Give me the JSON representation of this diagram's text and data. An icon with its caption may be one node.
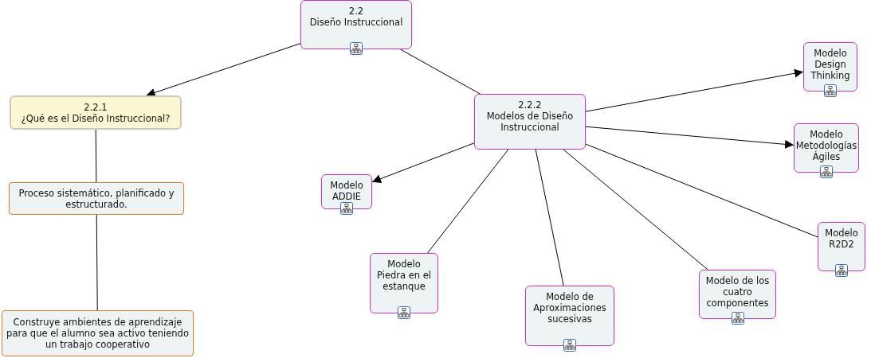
{
  "diagram": {
    "nodes": [
      {
        "text": [
          "2.2",
          "Diseño Instruccional"
        ]
      },
      {
        "text": [
          "2.2.1",
          "¿Qué es el Diseño Instruccional?"
        ]
      },
      {
        "text": [
          "2.2.2",
          "Modelos de Diseño Instruccional"
        ]
      },
      {
        "text": [
          "Proceso sistemático, planificado y estructurado."
        ]
      },
      {
        "text": [
          "Construye ambientes de aprendizaje para que el alumno sea activo teniendo un trabajo cooperativo"
        ]
      },
      {
        "text": [
          "Modelo ADDIE"
        ]
      },
      {
        "text": [
          "Modelo Design Thinking"
        ]
      },
      {
        "text": [
          "Modelo Metodologías Ágiles"
        ]
      },
      {
        "text": [
          "Modelo R2D2"
        ]
      },
      {
        "text": [
          "Modelo Piedra en el estanque"
        ]
      },
      {
        "text": [
          "Modelo de Aproximaciones sucesivas"
        ]
      },
      {
        "text": [
          "Modelo de los cuatro componentes"
        ]
      }
    ],
    "edges": [
      {
        "from": 0,
        "to": 1,
        "arrow": "to"
      },
      {
        "from": 0,
        "to": 2,
        "arrow": "none"
      },
      {
        "from": 1,
        "to": 3,
        "arrow": "none"
      },
      {
        "from": 3,
        "to": 4,
        "arrow": "none"
      },
      {
        "from": 2,
        "to": 5,
        "arrow": "to"
      },
      {
        "from": 2,
        "to": 6,
        "arrow": "to"
      },
      {
        "from": 2,
        "to": 7,
        "arrow": "to"
      },
      {
        "from": 2,
        "to": 8,
        "arrow": "none"
      },
      {
        "from": 2,
        "to": 9,
        "arrow": "none"
      },
      {
        "from": 2,
        "to": 10,
        "arrow": "none"
      },
      {
        "from": 2,
        "to": 11,
        "arrow": "none"
      }
    ]
  }
}
